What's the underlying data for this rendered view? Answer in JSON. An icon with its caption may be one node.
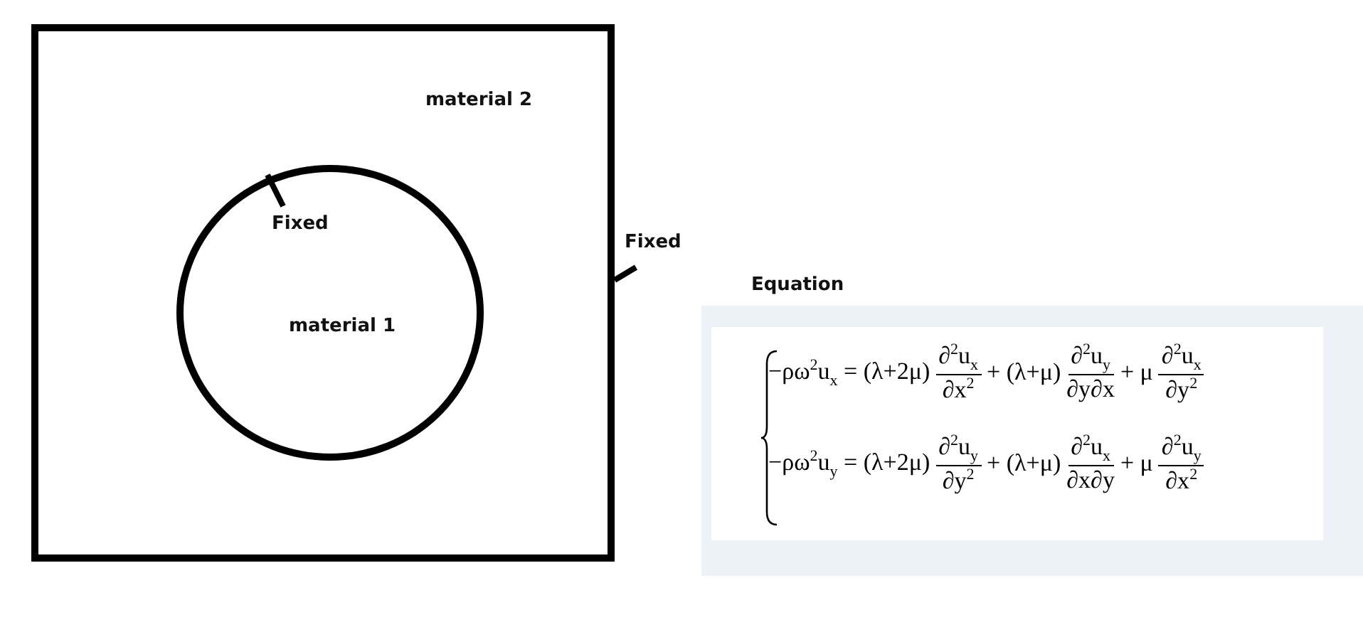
{
  "diagram": {
    "nodes": [
      {
        "text": [
          "material 2"
        ]
      },
      {
        "text": [
          "material 1"
        ],
        "in": 0
      },
      {
        "text": [
          "Fixed"
        ],
        "in": 1
      },
      {
        "text": [
          "Fixed"
        ]
      },
      {
        "text": [
          "Equation",
          "−ρω$^{2}$u$_{x}$ = (λ+2μ)",
          "∂$^{2}$u$_{x}$",
          "∂x$^{2}$",
          "+ (λ+μ)",
          "∂$^{2}$u$_{y}$",
          "∂y∂x",
          "+ μ",
          "∂$^{2}$u$_{x}$",
          "∂y$^{2}$",
          "−ρω$^{2}$u$_{y}$ = (λ+2μ)",
          "∂$^{2}$u$_{y}$",
          "∂y$^{2}$",
          "+ (λ+μ)",
          "∂$^{2}$u$_{x}$",
          "∂x∂y",
          "+ μ",
          "∂$^{2}$u$_{y}$",
          "∂x$^{2}$"
        ]
      }
    ],
    "edges": [
      {
        "from": 2,
        "to": 1,
        "arrow": "none"
      },
      {
        "from": 3,
        "to": 0,
        "arrow": "none"
      }
    ]
  }
}
